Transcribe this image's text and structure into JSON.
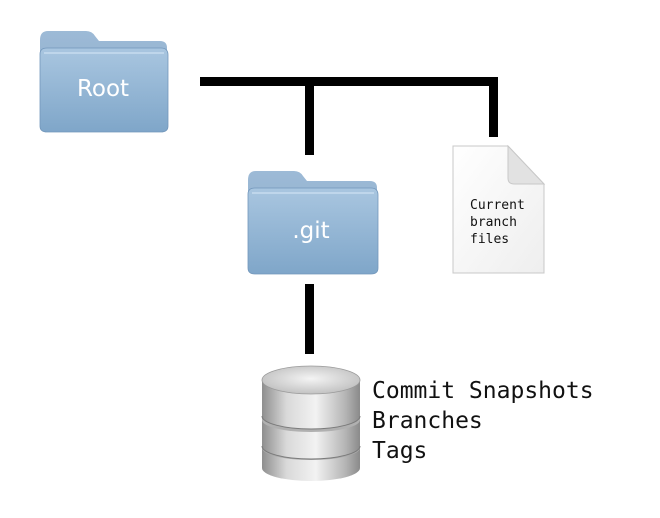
{
  "diagram": {
    "root_folder": {
      "label": "Root",
      "icon": "folder-icon"
    },
    "git_folder": {
      "label": ".git",
      "icon": "folder-icon"
    },
    "branch_file": {
      "icon": "document-icon",
      "lines": [
        "Current",
        "branch",
        "files"
      ]
    },
    "database": {
      "icon": "database-icon",
      "items": [
        "Commit Snapshots",
        "Branches",
        "Tags"
      ]
    },
    "colors": {
      "folder_body": "#8fb3d4",
      "folder_tab": "#9cbcd9",
      "connector": "#000000",
      "document": "#fbfbfb",
      "cylinder": "#c9c9c9"
    }
  }
}
